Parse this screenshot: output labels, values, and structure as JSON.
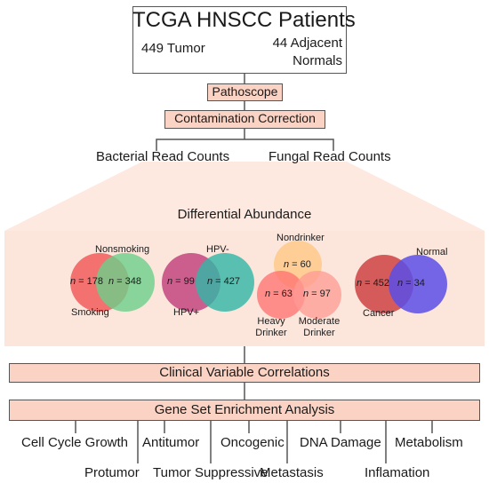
{
  "patients_box": {
    "title": "TCGA HNSCC Patients",
    "tumor": "449 Tumor",
    "normals": "44 Adjacent Normals"
  },
  "pipeline": {
    "pathoscope": "Pathoscope",
    "contamination": "Contamination Correction"
  },
  "read_counts": {
    "bacterial": "Bacterial Read Counts",
    "fungal": "Fungal Read Counts"
  },
  "differential_abundance": {
    "title": "Differential Abundance"
  },
  "venns": {
    "smoking": {
      "top_label": "Nonsmoking",
      "bottom_label": "Smoking",
      "left_n": "178",
      "right_n": "348"
    },
    "hpv": {
      "top_label": "HPV-",
      "bottom_label": "HPV+",
      "left_n": "99",
      "right_n": "427"
    },
    "drinking": {
      "top_label": "Nondrinker",
      "left_label": "Heavy Drinker",
      "right_label": "Moderate Drinker",
      "top_n": "60",
      "left_n": "63",
      "right_n": "97"
    },
    "cancer": {
      "top_label": "Normal",
      "bottom_label": "Cancer",
      "left_n": "452",
      "right_n": "34"
    }
  },
  "n_symbol": "n",
  "clinical": "Clinical Variable Correlations",
  "gsea": {
    "title": "Gene Set Enrichment Analysis",
    "upper_terms": [
      "Cell Cycle Growth",
      "Antitumor",
      "Oncogenic",
      "DNA Damage",
      "Metabolism"
    ],
    "lower_terms": [
      "Protumor",
      "Tumor Suppressive",
      "Metastasis",
      "Inflamation"
    ]
  },
  "colors": {
    "box_fill": "#fbd3c4",
    "panel_fill": "#fce6dc",
    "smoking": "#f15c5c",
    "nonsmoking": "#6ccf8a",
    "hpv_pos": "#c2457f",
    "hpv_neg": "#2fb7a6",
    "nondrinker": "#ffc98a",
    "heavy": "#ff6f6f",
    "moderate": "#ff9a93",
    "cancer": "#cf4b4b",
    "normal": "#5b4ee6"
  }
}
